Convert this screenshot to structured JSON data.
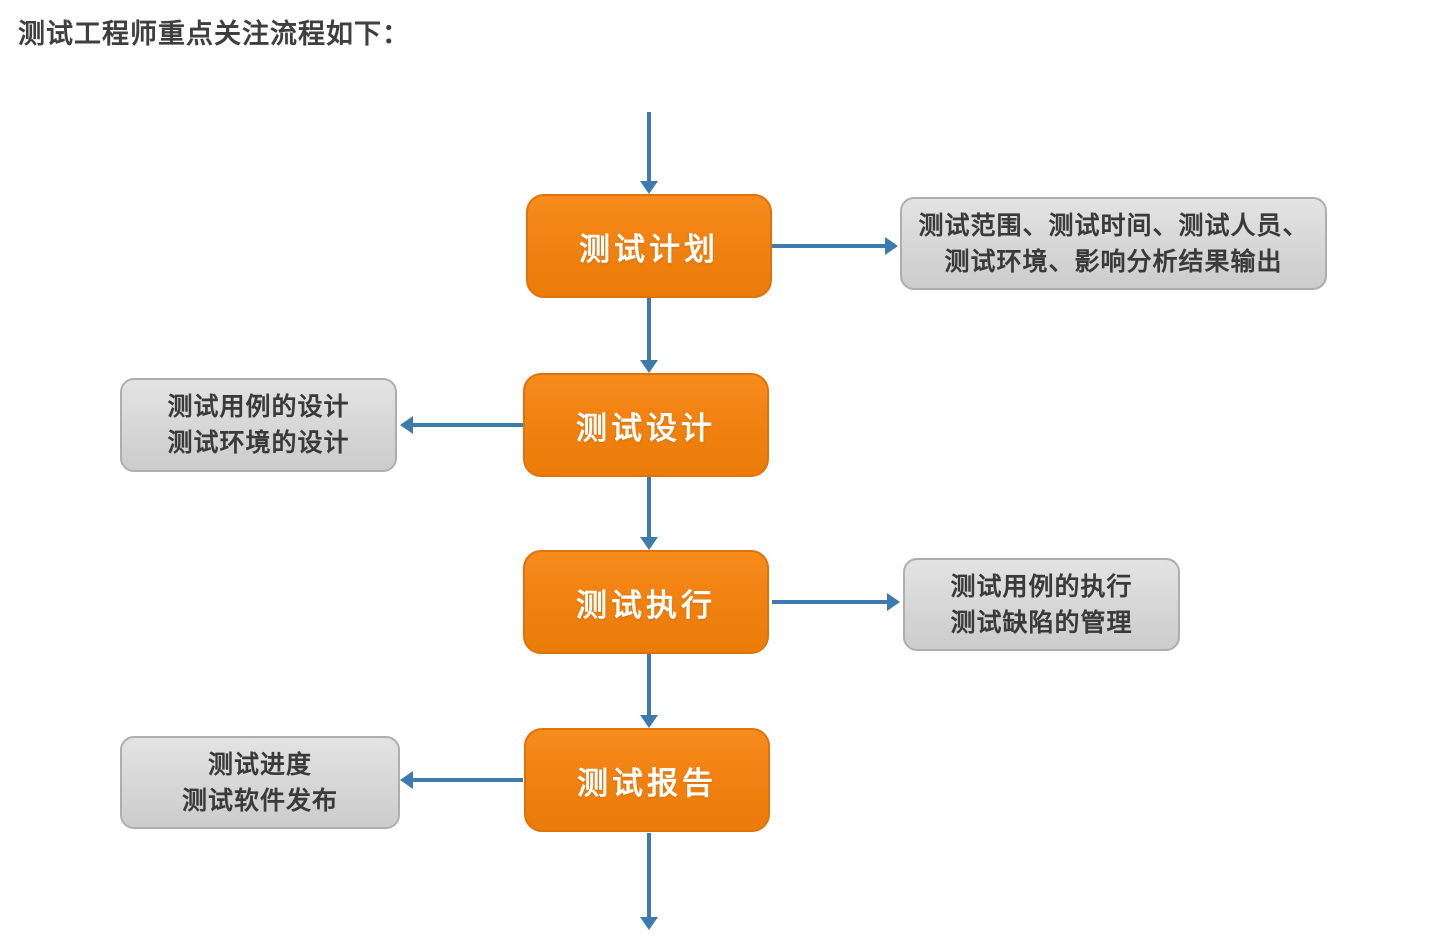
{
  "page": {
    "title": "测试工程师重点关注流程如下："
  },
  "flowchart": {
    "type": "vertical-flow",
    "accent_color": "#f28211",
    "arrow_color": "#3c7bac",
    "side_note_bg": "#d9d9d9",
    "stages": [
      {
        "label": "测试计划"
      },
      {
        "label": "测试设计"
      },
      {
        "label": "测试执行"
      },
      {
        "label": "测试报告"
      }
    ],
    "side_notes": [
      {
        "attached_to": "测试计划",
        "side": "right",
        "line1": "测试范围、测试时间、测试人员、",
        "line2": "测试环境、影响分析结果输出"
      },
      {
        "attached_to": "测试设计",
        "side": "left",
        "line1": "测试用例的设计",
        "line2": "测试环境的设计"
      },
      {
        "attached_to": "测试执行",
        "side": "right",
        "line1": "测试用例的执行",
        "line2": "测试缺陷的管理"
      },
      {
        "attached_to": "测试报告",
        "side": "left",
        "line1": "测试进度",
        "line2": "测试软件发布"
      }
    ]
  }
}
